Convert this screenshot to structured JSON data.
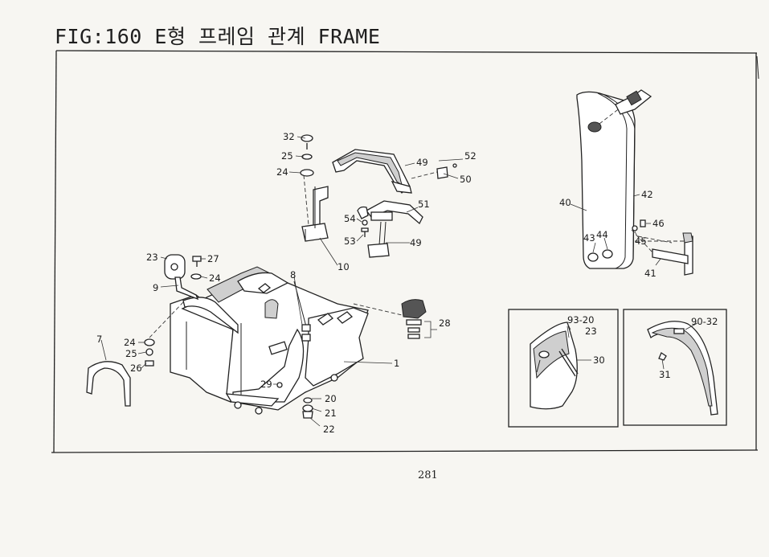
{
  "figure": {
    "title": "FIG:160 E형 프레임 관계 FRAME",
    "page_number": "281"
  },
  "callouts": {
    "c32": "32",
    "c25a": "25",
    "c24a": "24",
    "c49a": "49",
    "c52": "52",
    "c50": "50",
    "c51": "51",
    "c54": "54",
    "c53": "53",
    "c49b": "49",
    "c10": "10",
    "c23": "23",
    "c27": "27",
    "c24b": "24",
    "c9": "9",
    "c8": "8",
    "c28": "28",
    "c1": "1",
    "c7": "7",
    "c24c": "24",
    "c25b": "25",
    "c26": "26",
    "c29": "29",
    "c20": "20",
    "c21": "21",
    "c22": "22",
    "c40": "40",
    "c42": "42",
    "c46": "46",
    "c45": "45",
    "c43": "43",
    "c44": "44",
    "c41": "41",
    "c93_20": "93-20",
    "c23b": "23",
    "c30": "30",
    "c90_32": "90-32",
    "c31": "31"
  }
}
